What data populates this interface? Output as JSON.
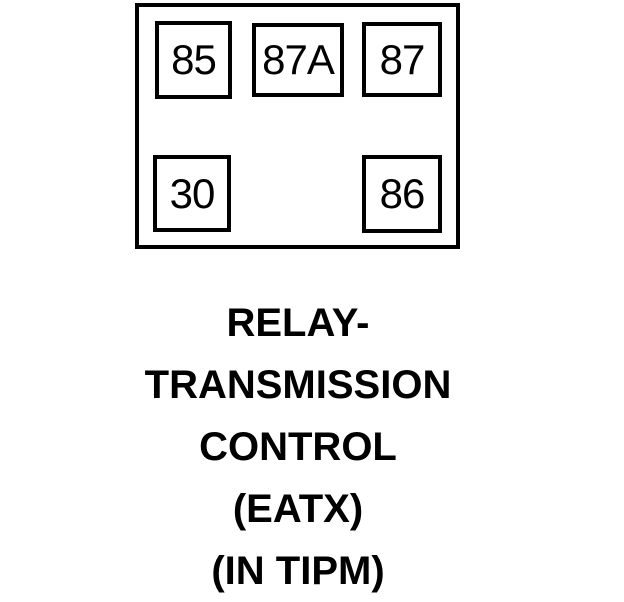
{
  "colors": {
    "ink": "#000000",
    "paper": "#ffffff"
  },
  "relay_diagram": {
    "terminals": [
      {
        "label": "85"
      },
      {
        "label": "87A"
      },
      {
        "label": "87"
      },
      {
        "label": "30"
      },
      {
        "label": "86"
      }
    ],
    "caption": {
      "lines": [
        "RELAY-",
        "TRANSMISSION",
        "CONTROL",
        "(EATX)",
        "(IN TIPM)"
      ]
    }
  }
}
